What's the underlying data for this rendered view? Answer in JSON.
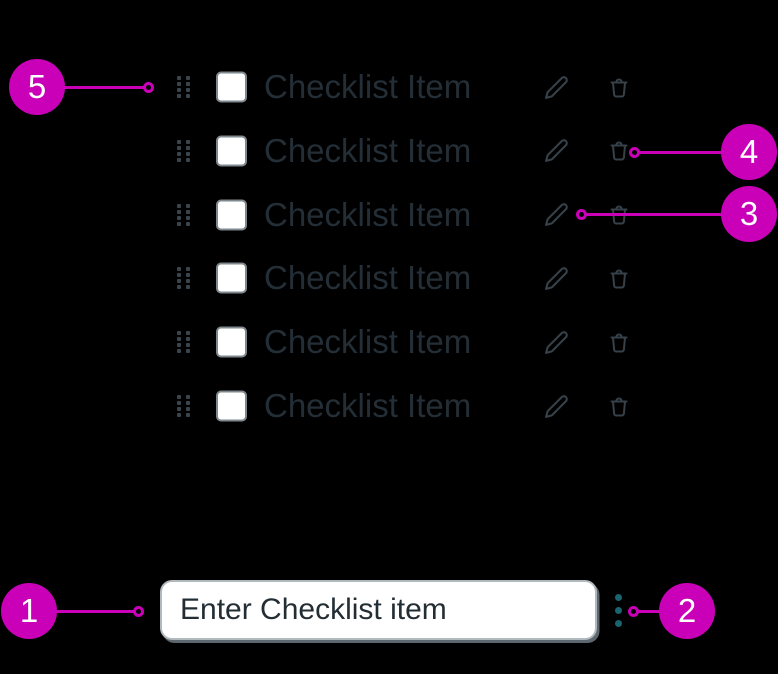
{
  "checklist": {
    "items": [
      {
        "label": "Checklist Item"
      },
      {
        "label": "Checklist Item"
      },
      {
        "label": "Checklist Item"
      },
      {
        "label": "Checklist Item"
      },
      {
        "label": "Checklist Item"
      },
      {
        "label": "Checklist Item"
      }
    ],
    "row_icons": [
      "drag-handle-icon",
      "checkbox",
      "pencil-icon",
      "trash-icon"
    ]
  },
  "input": {
    "placeholder": "Enter Checklist item",
    "menu_icon": "kebab-menu-icon"
  },
  "callouts": [
    {
      "number": "1"
    },
    {
      "number": "2"
    },
    {
      "number": "3"
    },
    {
      "number": "4"
    },
    {
      "number": "5"
    }
  ],
  "colors": {
    "background": "#000000",
    "annotation": "#ca00b8",
    "menu_dots": "#1a6470",
    "item_text": "#242e36",
    "icon_stroke": "#36414a"
  }
}
